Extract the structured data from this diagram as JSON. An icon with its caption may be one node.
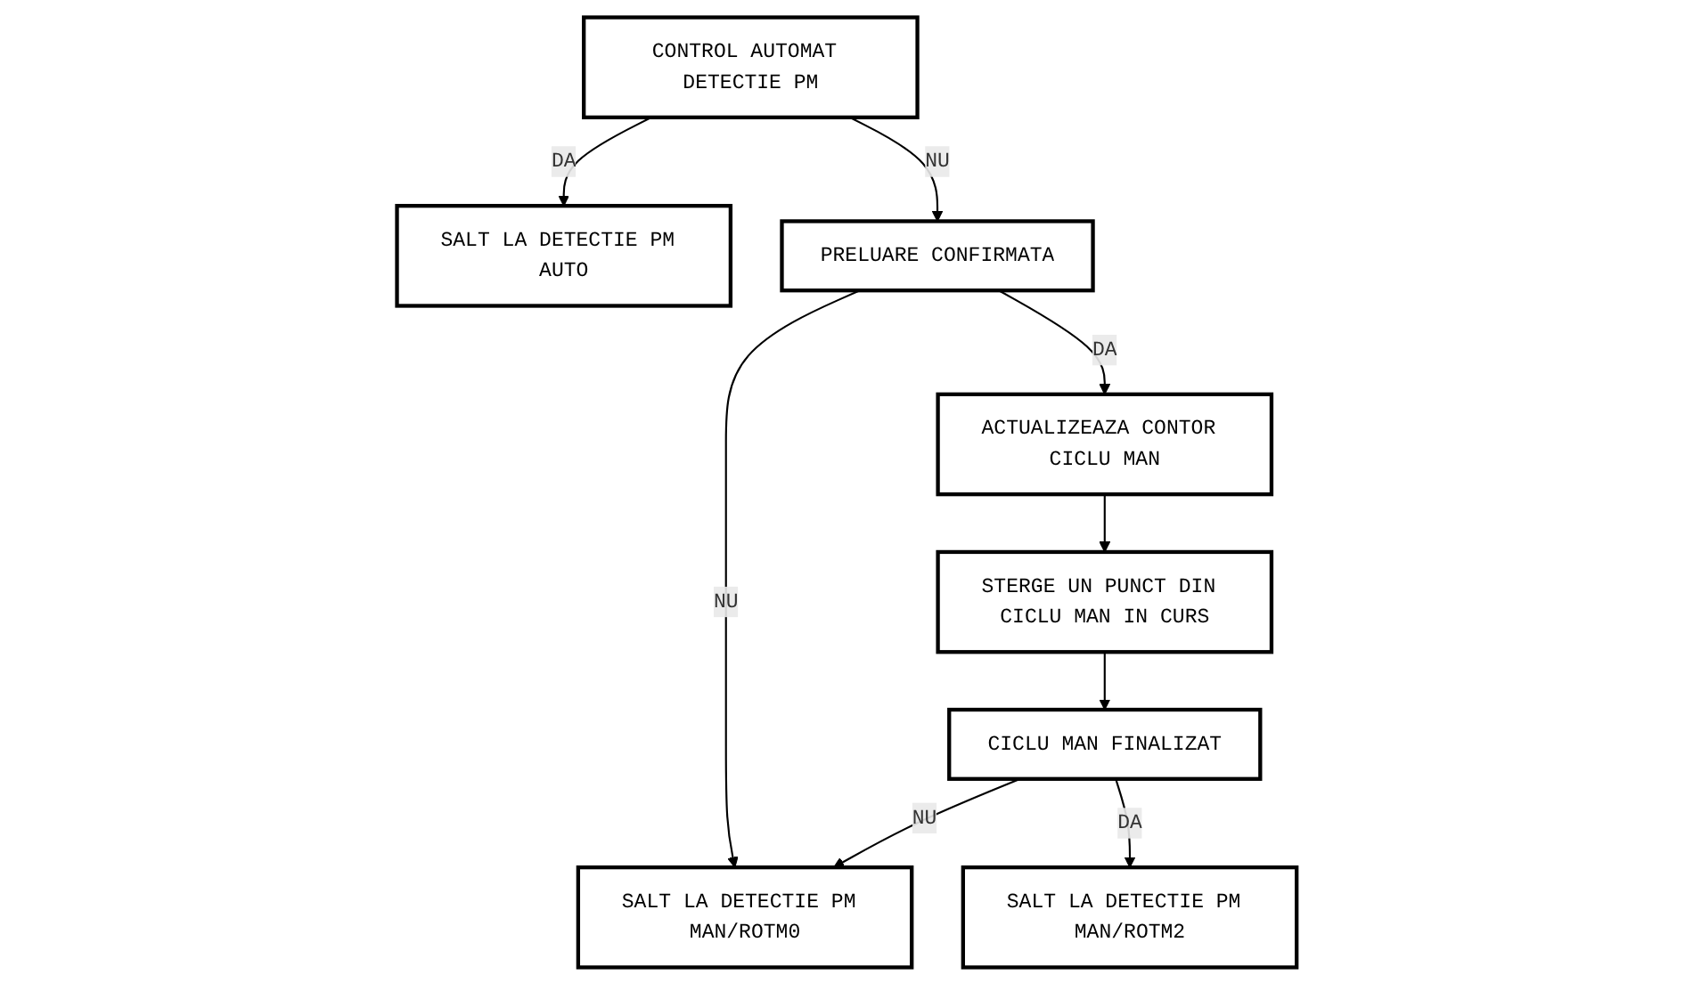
{
  "diagram": {
    "nodes": [
      {
        "text": [
          "CONTROL AUTOMAT DETECTIE PM"
        ]
      },
      {
        "text": [
          "SALT LA DETECTIE PM AUTO"
        ]
      },
      {
        "text": [
          "PRELUARE CONFIRMATA"
        ]
      },
      {
        "text": [
          "ACTUALIZEAZA CONTOR CICLU MAN"
        ]
      },
      {
        "text": [
          "SALT LA DETECTIE PM MAN/ROTM0"
        ]
      },
      {
        "text": [
          "STERGE UN PUNCT DIN CICLU MAN IN CURS"
        ]
      },
      {
        "text": [
          "CICLU MAN FINALIZAT"
        ]
      },
      {
        "text": [
          "SALT LA DETECTIE PM MAN/ROTM2"
        ]
      }
    ],
    "edges": [
      {
        "from": 0,
        "to": 1,
        "arrow": "to",
        "label": "DA"
      },
      {
        "from": 0,
        "to": 2,
        "arrow": "to",
        "label": "NU"
      },
      {
        "from": 2,
        "to": 3,
        "arrow": "to",
        "label": "DA"
      },
      {
        "from": 2,
        "to": 4,
        "arrow": "to",
        "label": "NU"
      },
      {
        "from": 3,
        "to": 5,
        "arrow": "to"
      },
      {
        "from": 5,
        "to": 6,
        "arrow": "to"
      },
      {
        "from": 6,
        "to": 4,
        "arrow": "to",
        "label": "NU"
      },
      {
        "from": 6,
        "to": 7,
        "arrow": "to",
        "label": "DA"
      }
    ]
  }
}
